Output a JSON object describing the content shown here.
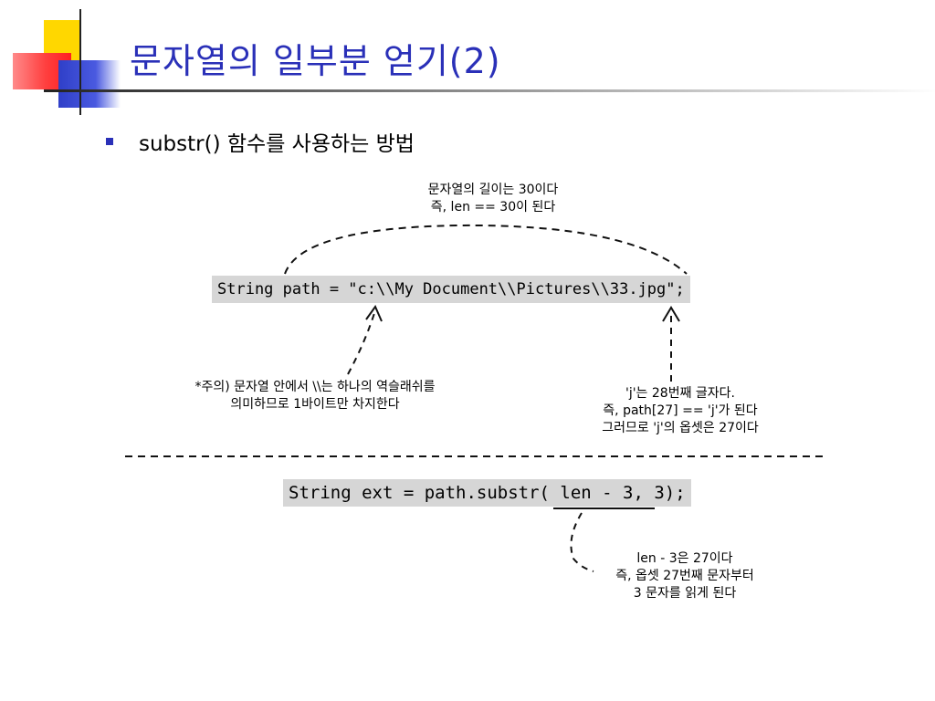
{
  "slide": {
    "title": "문자열의 일부분 얻기(2)",
    "bullet": "substr() 함수를 사용하는 방법"
  },
  "code": {
    "line1": "String path = \"c:\\\\My Document\\\\Pictures\\\\33.jpg\";",
    "line2": "String ext = path.substr( len - 3, 3);"
  },
  "notes": {
    "length": {
      "line1": "문자열의 길이는 30이다",
      "line2": "즉, len == 30이 된다"
    },
    "escape": {
      "line1": "*주의) 문자열 안에서 \\\\는 하나의 역슬래쉬를",
      "line2": "의미하므로 1바이트만 차지한다"
    },
    "offset": {
      "line1": "'j'는 28번째 글자다.",
      "line2": "즉, path[27] == 'j'가 된다",
      "line3": "그러므로 'j'의 옵셋은 27이다"
    },
    "ext": {
      "line1": "len - 3은 27이다",
      "line2": "즉, 옵셋 27번째 문자부터",
      "line3": "3 문자를 읽게 된다"
    }
  },
  "colors": {
    "title": "#2a30b8",
    "code_background": "#d6d6d6"
  }
}
